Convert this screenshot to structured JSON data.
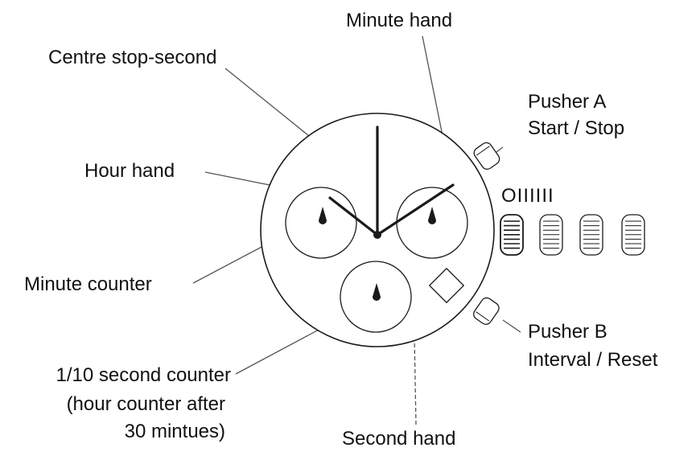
{
  "labels": {
    "minute_hand": "Minute hand",
    "centre_stop_second": "Centre stop-second",
    "pusher_a_name": "Pusher A",
    "pusher_a_function": "Start / Stop",
    "hour_hand": "Hour hand",
    "crown_positions": "OIIIIII",
    "minute_counter": "Minute counter",
    "pusher_b_name": "Pusher B",
    "pusher_b_function": "Interval / Reset",
    "tenth_second_counter": "1/10 second counter",
    "tenth_second_note_1": "(hour counter after",
    "tenth_second_note_2": "30 mintues)",
    "second_hand": "Second hand"
  },
  "colors": {
    "line": "#1a1a1a",
    "leader": "#555555",
    "text": "#111111",
    "background": "#ffffff"
  },
  "icons": [
    "watch-face",
    "crown-icon",
    "pusher-icon",
    "date-window"
  ]
}
